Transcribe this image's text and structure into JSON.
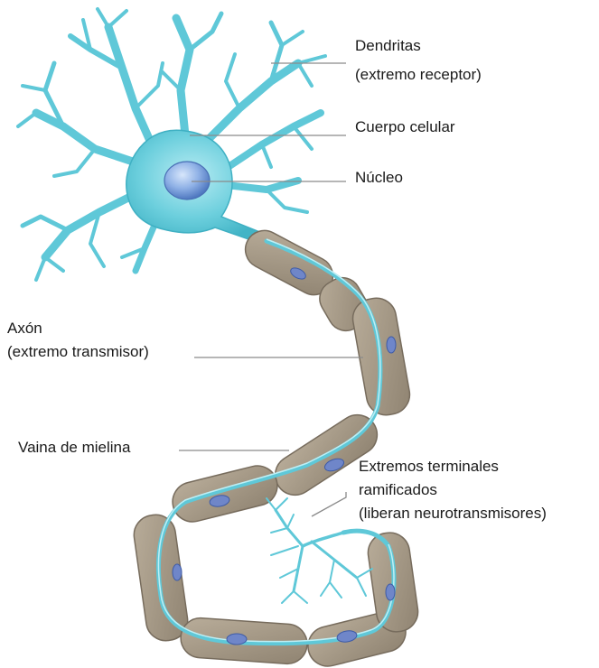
{
  "labels": {
    "dendritas_line1": "Dendritas",
    "dendritas_line2": "(extremo receptor)",
    "cuerpo_celular": "Cuerpo celular",
    "nucleo": "Núcleo",
    "axon_line1": "Axón",
    "axon_line2": "(extremo transmisor)",
    "vaina": "Vaina de mielina",
    "terminales_line1": "Extremos terminales",
    "terminales_line2": "ramificados",
    "terminales_line3": "(liberan neurotransmisores)"
  },
  "colors": {
    "neuron_fill": "#5fc8d8",
    "neuron_dark": "#2a9db2",
    "neuron_light": "#a9e3ec",
    "myelin_fill": "#a59885",
    "myelin_edge": "#776c5d",
    "schwann_nucleus": "#6f86c9",
    "leader_line": "#8a8a8a"
  }
}
